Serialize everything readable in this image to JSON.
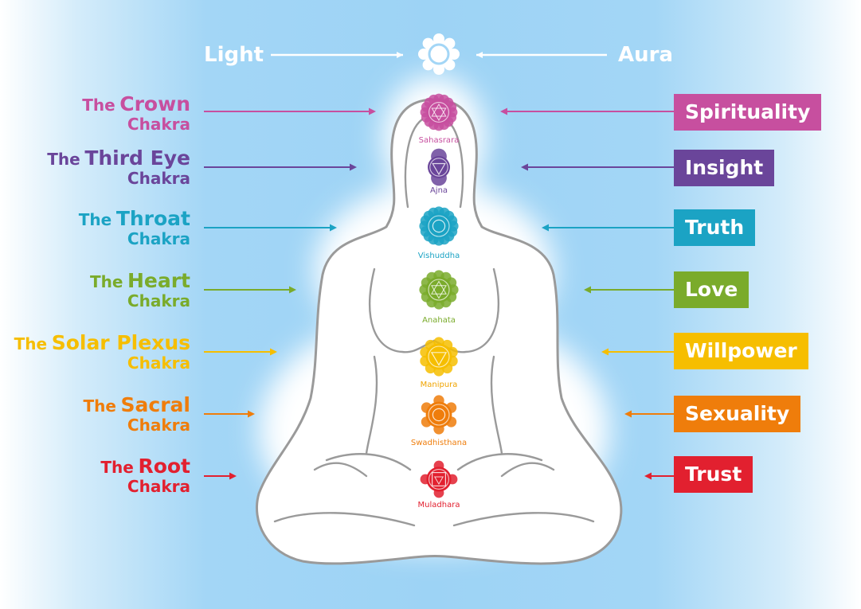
{
  "top": {
    "left_word": "Light",
    "right_word": "Aura"
  },
  "chakras": [
    {
      "id": "crown",
      "the": "The",
      "name": "Crown",
      "suffix": "Chakra",
      "sanskrit": "Sahasrara",
      "quality": "Spirituality",
      "color": "#c74f9f"
    },
    {
      "id": "third-eye",
      "the": "The",
      "name": "Third Eye",
      "suffix": "Chakra",
      "sanskrit": "Ajna",
      "quality": "Insight",
      "color": "#6a459a"
    },
    {
      "id": "throat",
      "the": "The",
      "name": "Throat",
      "suffix": "Chakra",
      "sanskrit": "Vishuddha",
      "quality": "Truth",
      "color": "#1ba3c4"
    },
    {
      "id": "heart",
      "the": "The",
      "name": "Heart",
      "suffix": "Chakra",
      "sanskrit": "Anahata",
      "quality": "Love",
      "color": "#7aab2b"
    },
    {
      "id": "solar-plexus",
      "the": "The",
      "name": "Solar Plexus",
      "suffix": "Chakra",
      "sanskrit": "Manipura",
      "quality": "Willpower",
      "color": "#f6be00"
    },
    {
      "id": "sacral",
      "the": "The",
      "name": "Sacral",
      "suffix": "Chakra",
      "sanskrit": "Swadhisthana",
      "quality": "Sexuality",
      "color": "#ef7d0b"
    },
    {
      "id": "root",
      "the": "The",
      "name": "Root",
      "suffix": "Chakra",
      "sanskrit": "Muladhara",
      "quality": "Trust",
      "color": "#e2202f"
    }
  ]
}
